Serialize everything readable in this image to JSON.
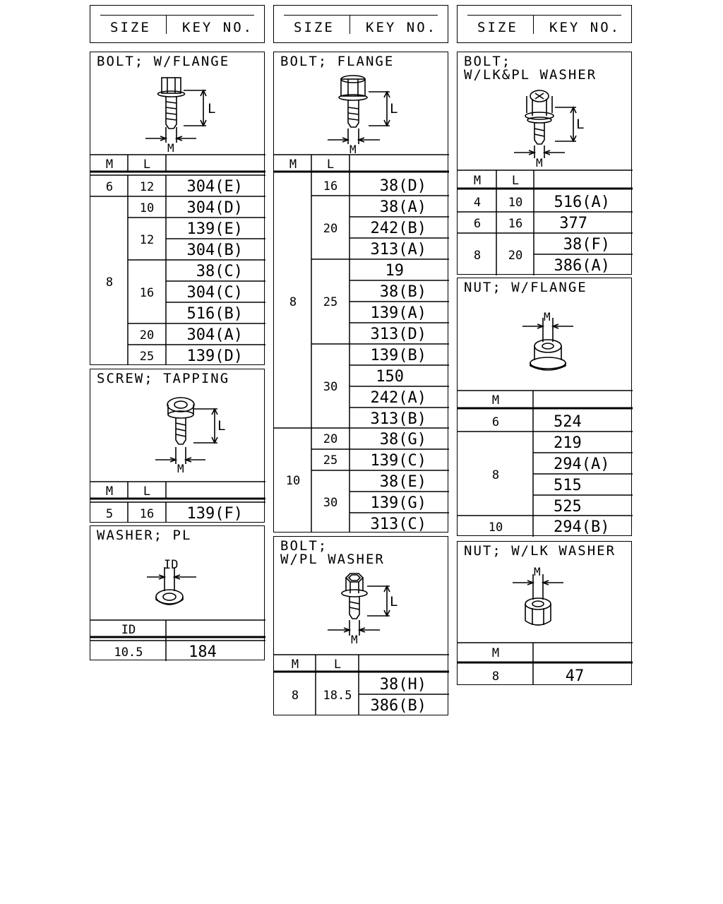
{
  "header": {
    "size": "SIZE",
    "key_no": "KEY NO."
  },
  "parts": {
    "bolt_w_flange": {
      "title": "BOLT; W/FLANGE",
      "dim_l": "L",
      "dim_m": "M",
      "cols": [
        "M",
        "L",
        ""
      ],
      "rows": [
        {
          "m": "6",
          "l": "12",
          "key": "304(E)"
        },
        {
          "m": "8",
          "l": "10",
          "key": "304(D)"
        },
        {
          "m": "8",
          "l": "12",
          "key": "139(E)"
        },
        {
          "m": "8",
          "l": "12",
          "key": "304(B)"
        },
        {
          "m": "8",
          "l": "16",
          "key": "38(C)"
        },
        {
          "m": "8",
          "l": "16",
          "key": "304(C)"
        },
        {
          "m": "8",
          "l": "16",
          "key": "516(B)"
        },
        {
          "m": "8",
          "l": "20",
          "key": "304(A)"
        },
        {
          "m": "8",
          "l": "25",
          "key": "139(D)"
        }
      ]
    },
    "screw_tapping": {
      "title": "SCREW; TAPPING",
      "dim_l": "L",
      "dim_m": "M",
      "cols": [
        "M",
        "L",
        ""
      ],
      "rows": [
        {
          "m": "5",
          "l": "16",
          "key": "139(F)"
        }
      ]
    },
    "washer_pl": {
      "title": "WASHER; PL",
      "dim_id": "ID",
      "cols": [
        "ID",
        ""
      ],
      "rows": [
        {
          "id": "10.5",
          "key": "184"
        }
      ]
    },
    "bolt_flange": {
      "title": "BOLT; FLANGE",
      "dim_l": "L",
      "dim_m": "M",
      "cols": [
        "M",
        "L",
        ""
      ],
      "rows": [
        {
          "m": "8",
          "l": "16",
          "key": "38(D)"
        },
        {
          "m": "8",
          "l": "20",
          "key": "38(A)"
        },
        {
          "m": "8",
          "l": "20",
          "key": "242(B)"
        },
        {
          "m": "8",
          "l": "20",
          "key": "313(A)"
        },
        {
          "m": "8",
          "l": "25",
          "key": "19"
        },
        {
          "m": "8",
          "l": "25",
          "key": "38(B)"
        },
        {
          "m": "8",
          "l": "25",
          "key": "139(A)"
        },
        {
          "m": "8",
          "l": "25",
          "key": "313(D)"
        },
        {
          "m": "8",
          "l": "30",
          "key": "139(B)"
        },
        {
          "m": "8",
          "l": "30",
          "key": "150"
        },
        {
          "m": "8",
          "l": "30",
          "key": "242(A)"
        },
        {
          "m": "8",
          "l": "30",
          "key": "313(B)"
        },
        {
          "m": "10",
          "l": "20",
          "key": "38(G)"
        },
        {
          "m": "10",
          "l": "25",
          "key": "139(C)"
        },
        {
          "m": "10",
          "l": "30",
          "key": "38(E)"
        },
        {
          "m": "10",
          "l": "30",
          "key": "139(G)"
        },
        {
          "m": "10",
          "l": "30",
          "key": "313(C)"
        }
      ]
    },
    "bolt_w_pl_washer": {
      "title": "BOLT;\nW/PL WASHER",
      "dim_l": "L",
      "dim_m": "M",
      "cols": [
        "M",
        "L",
        ""
      ],
      "rows": [
        {
          "m": "8",
          "l": "18.5",
          "key": "38(H)"
        },
        {
          "m": "8",
          "l": "18.5",
          "key": "386(B)"
        }
      ]
    },
    "bolt_w_lk_pl_washer": {
      "title": "BOLT;\nW/LK&PL WASHER",
      "dim_l": "L",
      "dim_m": "M",
      "cols": [
        "M",
        "L",
        ""
      ],
      "rows": [
        {
          "m": "4",
          "l": "10",
          "key": "516(A)"
        },
        {
          "m": "6",
          "l": "16",
          "key": "377"
        },
        {
          "m": "8",
          "l": "20",
          "key": "38(F)"
        },
        {
          "m": "8",
          "l": "20",
          "key": "386(A)"
        }
      ]
    },
    "nut_w_flange": {
      "title": "NUT; W/FLANGE",
      "dim_m": "M",
      "cols": [
        "M",
        ""
      ],
      "rows": [
        {
          "m": "6",
          "key": "524"
        },
        {
          "m": "8",
          "key": "219"
        },
        {
          "m": "8",
          "key": "294(A)"
        },
        {
          "m": "8",
          "key": "515"
        },
        {
          "m": "8",
          "key": "525"
        },
        {
          "m": "10",
          "key": "294(B)"
        }
      ]
    },
    "nut_w_lk_washer": {
      "title": "NUT; W/LK WASHER",
      "dim_m": "M",
      "cols": [
        "M",
        ""
      ],
      "rows": [
        {
          "m": "8",
          "key": "47"
        }
      ]
    }
  }
}
